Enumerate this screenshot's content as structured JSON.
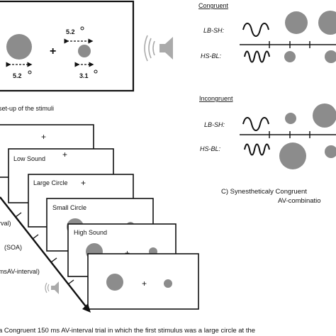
{
  "panel_a": {
    "dim_large": "5.2",
    "dim_small_top": "5.2",
    "dim_small_bottom": "3.1",
    "caption": "set-up of the stimuli"
  },
  "panel_b": {
    "frames": [
      "Low Sound",
      "Large Circle",
      "Small Circle",
      "High Sound"
    ],
    "axis_labels": [
      "rval)",
      "(SOA)",
      "msAV-interval)"
    ]
  },
  "panel_c": {
    "congruent_title": "Congruent",
    "incongruent_title": "Incongruent",
    "row_lb": "LB-SH:",
    "row_hs": "HS-BL:",
    "caption_line1": "C) Synestheticaly Congruent",
    "caption_line2": "AV-combinatio"
  },
  "footer": {
    "caption": "a Congruent 150 ms AV-interval trial in which the first stimulus was a large circle at the"
  },
  "colors": {
    "circle_fill": "#8c8c8c",
    "ink": "#111111"
  }
}
